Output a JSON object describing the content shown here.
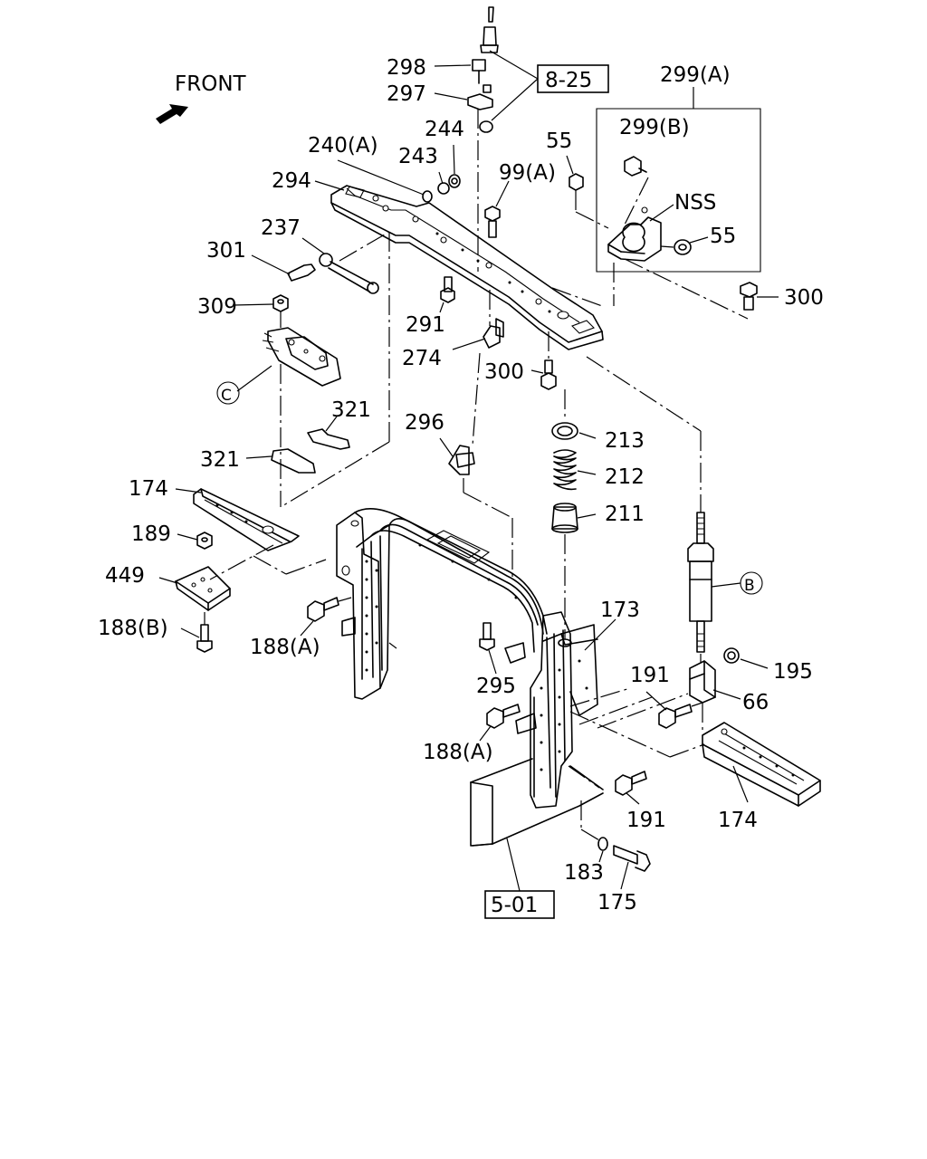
{
  "orientation_label": "FRONT",
  "reference_boxes": {
    "top": "8-25",
    "bottom": "5-01"
  },
  "callouts": {
    "c298": "298",
    "c297": "297",
    "c299a": "299(A)",
    "c299b": "299(B)",
    "c244": "244",
    "c243": "243",
    "c240a": "240(A)",
    "c294": "294",
    "c55a": "55",
    "c55b": "55",
    "c99a": "99(A)",
    "cnss": "NSS",
    "c237": "237",
    "c301": "301",
    "c300a": "300",
    "c309": "309",
    "c291": "291",
    "c274": "274",
    "c300b": "300",
    "c321a": "321",
    "c321b": "321",
    "c296": "296",
    "c213": "213",
    "c212": "212",
    "c211": "211",
    "c174a": "174",
    "c189": "189",
    "c449": "449",
    "c173": "173",
    "c188b": "188(B)",
    "c188a1": "188(A)",
    "c295": "295",
    "c191a": "191",
    "c195": "195",
    "c66": "66",
    "c188a2": "188(A)",
    "c191b": "191",
    "c174b": "174",
    "c183": "183",
    "c175": "175"
  },
  "circle_markers": {
    "b": "B",
    "c": "C"
  }
}
